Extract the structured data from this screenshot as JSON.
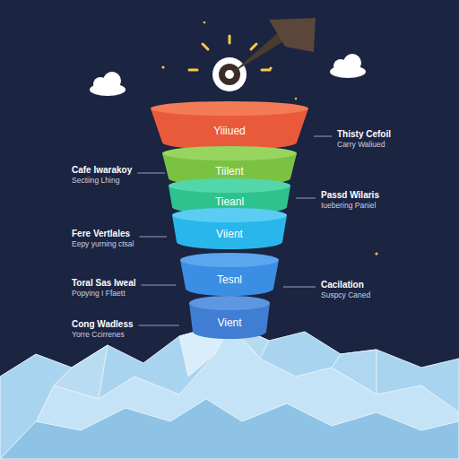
{
  "diagram": {
    "nodes": [
      {
        "text": [
          "Yiiiued"
        ]
      },
      {
        "text": [
          "Tiilent"
        ]
      },
      {
        "text": [
          "Tieanl"
        ]
      },
      {
        "text": [
          "Viient"
        ]
      },
      {
        "text": [
          "Tesnl"
        ]
      },
      {
        "text": [
          "Vient"
        ]
      }
    ],
    "labels": [
      "Thisty Cefoil",
      "Carry Waliued",
      "Cafe Iwarakoy",
      "Sectiing Lhing",
      "Passd Wilaris",
      "Iuebering Paniel",
      "Fere Vertlales",
      "Eepy yurning ctsal",
      "Toral Sas Iweal",
      "Popying I Ffaett",
      "Cacilation",
      "Suspcy Caned",
      "Cong Wadless",
      "Yorre Ccirrenes"
    ]
  }
}
